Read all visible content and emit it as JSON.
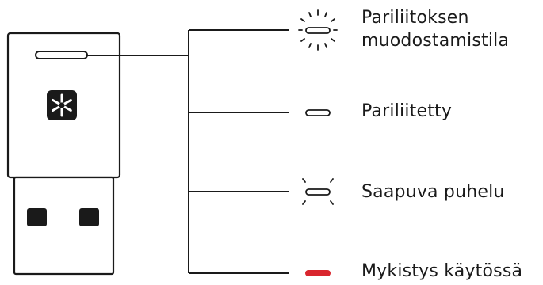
{
  "states": [
    {
      "id": "pairing",
      "line1": "Pariliitoksen",
      "line2": "muodostamistila",
      "indicator": "blinking"
    },
    {
      "id": "paired",
      "line1": "Pariliitetty",
      "indicator": "solid-white"
    },
    {
      "id": "incoming",
      "line1": "Saapuva puhelu",
      "indicator": "pulsing"
    },
    {
      "id": "muted",
      "line1": "Mykistys käytössä",
      "indicator": "solid-red"
    }
  ],
  "colors": {
    "stroke": "#1a1a1a",
    "logo_bg": "#1a1a1a",
    "mute_led": "#d9262e",
    "background": "#ffffff"
  },
  "icons": {
    "adapter": "usb-adapter-icon",
    "logo": "logitech-logo-icon"
  }
}
